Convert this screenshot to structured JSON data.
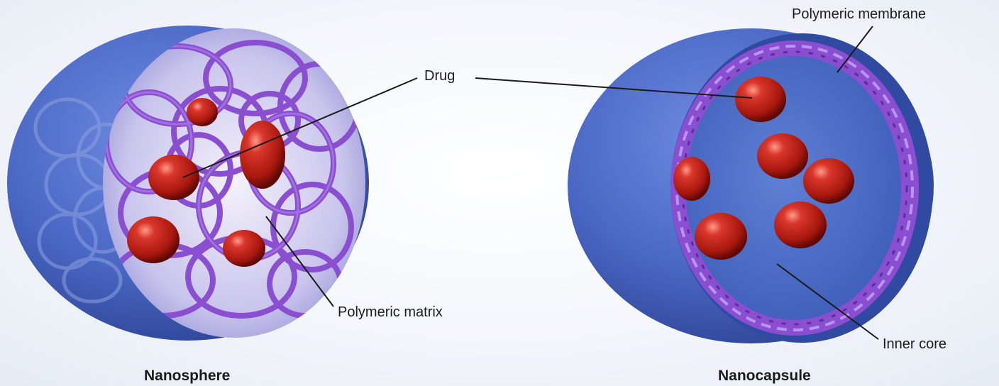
{
  "labels": {
    "drug": "Drug",
    "polymeric_matrix": "Polymeric matrix",
    "polymeric_membrane": "Polymeric membrane",
    "inner_core": "Inner core",
    "nanosphere": "Nanosphere",
    "nanocapsule": "Nanocapsule"
  },
  "colors": {
    "shell": "#4a67c4",
    "shell_dark": "#2e4595",
    "polymer": "#8a4ed0",
    "drug": "#c0261a",
    "leader": "#1a1a1a"
  }
}
